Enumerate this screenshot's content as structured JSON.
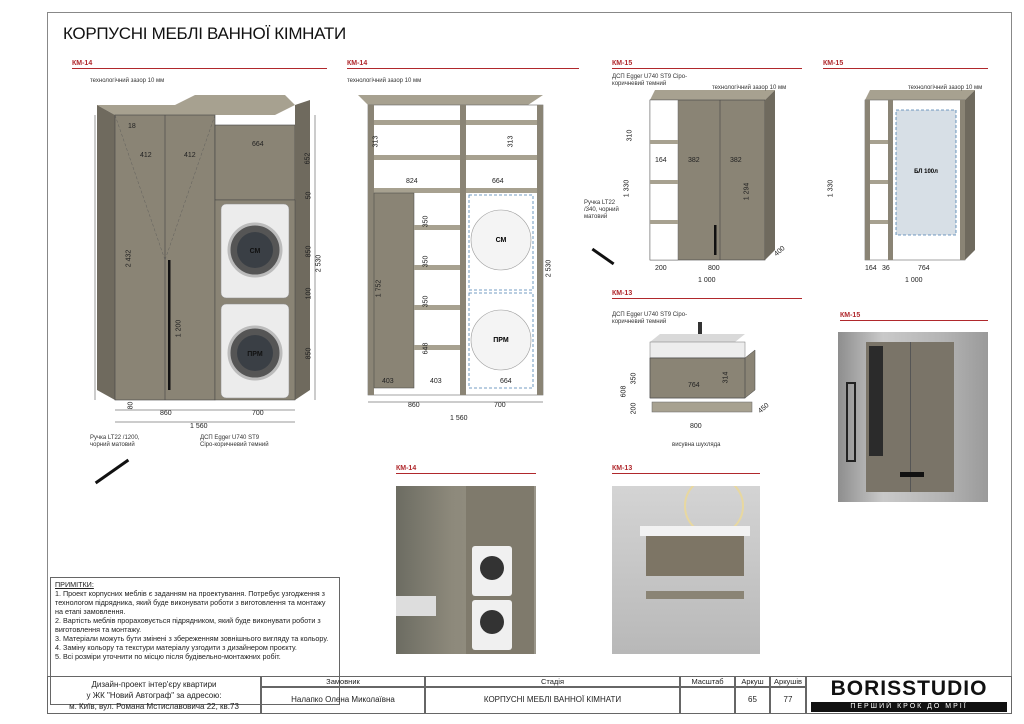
{
  "title": "КОРПУСНІ МЕБЛІ ВАННОЇ КІМНАТИ",
  "labels": {
    "km14a": "КМ-14",
    "km14b": "КМ-14",
    "km15a": "КМ-15",
    "km15b": "КМ-15",
    "km13a": "КМ-13",
    "km15c": "КМ-15",
    "km14c": "КМ-14",
    "km13b": "КМ-13"
  },
  "texts": {
    "gap1": "технологічний зазор 10 мм",
    "gap2": "технологічний зазор 10 мм",
    "gap3": "технологічний зазор 10 мм",
    "gap4": "технологічний зазор 10 мм",
    "dsp15": "ДСП Egger U740 ST9 Сіро-коричневий темний",
    "handle15": "Ручка LT22 /340, чорний матовий",
    "dsp13": "ДСП Egger U740 ST9 Сіро-коричневий темний",
    "drawer13": "висувна шухляда",
    "handle14": "Ручка LT22 /1200, чорний матовий",
    "dsp14": "ДСП Egger U740 ST9 Сіро-коричневий темний",
    "sm1": "СМ",
    "prm1": "ПРМ",
    "sm2": "СМ",
    "prm2": "ПРМ",
    "mirror": "БЛ 100л"
  },
  "dims": {
    "d1": "412",
    "d2": "412",
    "d3": "664",
    "d4": "18",
    "d5": "860",
    "d6": "700",
    "d7": "1 560",
    "d8": "2 432",
    "d9": "1 200",
    "d10": "2 530",
    "d11": "652",
    "d12": "850",
    "d13": "850",
    "d14": "100",
    "d15": "80",
    "d16": "50",
    "e1": "824",
    "e2": "664",
    "e3": "403",
    "e4": "403",
    "e5": "664",
    "e6": "860",
    "e7": "700",
    "e8": "1 560",
    "e9": "1 752",
    "e10": "2 530",
    "e11": "313",
    "e12": "313",
    "e13": "350",
    "e14": "350",
    "e15": "350",
    "e16": "648",
    "f1": "382",
    "f2": "382",
    "f3": "164",
    "f4": "200",
    "f5": "800",
    "f6": "1 000",
    "f7": "1 330",
    "f8": "1 294",
    "f9": "400",
    "f10": "310",
    "g1": "164",
    "g2": "36",
    "g3": "764",
    "g4": "1 000",
    "g5": "1 330",
    "h1": "764",
    "h2": "800",
    "h3": "608",
    "h4": "350",
    "h5": "200",
    "h6": "314",
    "h7": "450"
  },
  "notes": {
    "heading": "ПРИМІТКИ:",
    "items": [
      "1. Проект корпусних меблів є заданням на проектування. Потребує узгодження з технологом підрядника, який буде виконувати роботи з виготовлення та монтажу на етапі замовлення.",
      "2. Вартість меблів прораховується підрядником, який буде виконувати роботи з виготовлення та монтажу.",
      "3. Матеріали можуть бути змінені з збереженням зовнішнього вигляду та кольору.",
      "4. Заміну кольору та текстури матеріалу узгодити з дизайнером проєкту.",
      "5. Всі розміри уточнити по місцю після будівельно-монтажних робіт."
    ]
  },
  "stamp": {
    "project_line1": "Дизайн-проект інтер'єру квартири",
    "project_line2": "у ЖК \"Новий Автограф\" за адресою:",
    "project_line3": "м. Київ, вул. Романа Мстиславовича 22, кв.73",
    "client_h": "Замовник",
    "client": "Налапко Олена Миколаївна",
    "stage_h": "Стадія",
    "stage": "КОРПУСНІ МЕБЛІ ВАННОЇ КІМНАТИ",
    "scale_h": "Масштаб",
    "scale": "",
    "sheet_h": "Аркуш",
    "sheet": "65",
    "sheets_h": "Аркушів",
    "sheets": "77",
    "logo": "BORISSTUDIO",
    "slogan": "ПЕРШИЙ КРОК ДО МРІЇ"
  },
  "colors": {
    "accent": "#b0282c",
    "cabinet": "#8a8475",
    "cabinet_dark": "#6f6a5e",
    "line": "#333333"
  }
}
